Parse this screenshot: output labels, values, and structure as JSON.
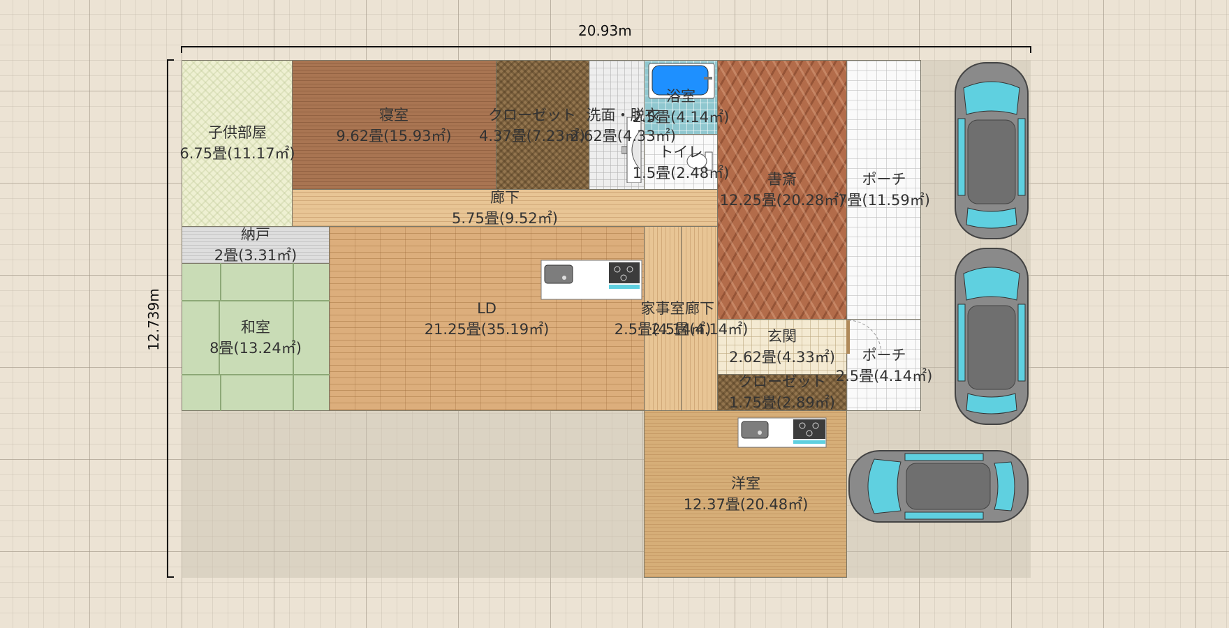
{
  "dimensions": {
    "width_label": "20.93m",
    "height_label": "12.739m"
  },
  "rooms": {
    "child_room": {
      "name": "子供部屋",
      "area": "6.75畳(11.17㎡)"
    },
    "bedroom": {
      "name": "寝室",
      "area": "9.62畳(15.93㎡)"
    },
    "closet_top": {
      "name": "クローゼット",
      "area": "4.37畳(7.23㎡)"
    },
    "washroom": {
      "name": "洗面・脱衣",
      "area": "2.62畳(4.33㎡)"
    },
    "bathroom": {
      "name": "浴室",
      "area": "2.5畳(4.14㎡)"
    },
    "toilet": {
      "name": "トイレ",
      "area": "1.5畳(2.48㎡)"
    },
    "study": {
      "name": "書斎",
      "area": "12.25畳(20.28㎡)"
    },
    "porch_top": {
      "name": "ポーチ",
      "area": "7畳(11.59㎡)"
    },
    "hallway_top": {
      "name": "廊下",
      "area": "5.75畳(9.52㎡)"
    },
    "storage": {
      "name": "納戸",
      "area": "2畳(3.31㎡)"
    },
    "ld": {
      "name": "LD",
      "area": "21.25畳(35.19㎡)"
    },
    "japanese_room": {
      "name": "和室",
      "area": "8畳(13.24㎡)"
    },
    "utility_room": {
      "name": "家事室",
      "area": "2.5畳(4.14㎡)"
    },
    "hallway_mid": {
      "name": "廊下",
      "area": "2.5畳(4.14㎡)"
    },
    "entrance": {
      "name": "玄関",
      "area": "2.62畳(4.33㎡)"
    },
    "porch_bottom": {
      "name": "ポーチ",
      "area": "2.5畳(4.14㎡)"
    },
    "closet_bottom": {
      "name": "クローゼット",
      "area": "1.75畳(2.89㎡)"
    },
    "western_room": {
      "name": "洋室",
      "area": "12.37畳(20.48㎡)"
    }
  },
  "icons": {
    "kitchen": "kitchen-counter-icon",
    "bathtub": "bathtub-icon",
    "toilet": "toilet-icon",
    "sink": "washbasin-icon",
    "car": "car-icon"
  },
  "colors": {
    "car_body": "#8a8a8a",
    "car_glass": "#5fd0e0",
    "bathtub": "#1e90ff",
    "wall": "#7c7868"
  }
}
